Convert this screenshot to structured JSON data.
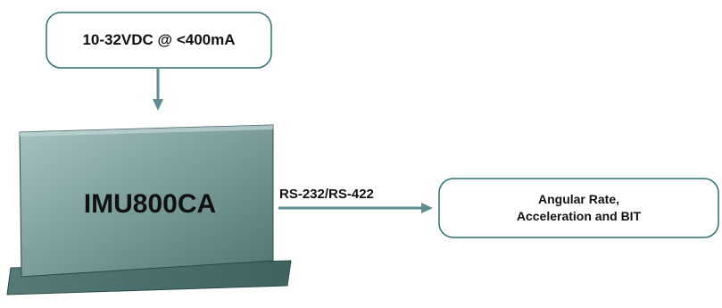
{
  "power": {
    "label": "10-32VDC @ <400mA"
  },
  "device": {
    "name": "IMU800CA"
  },
  "interface": {
    "label": "RS-232/RS-422"
  },
  "output": {
    "line1": "Angular Rate,",
    "line2": "Acceleration and BIT"
  },
  "colors": {
    "box_border": "#2f6f73",
    "arrow": "#5f8e92",
    "device_light": "#9bb9b8",
    "device_dark": "#4c716f",
    "device_edge": "#2d4a48"
  }
}
